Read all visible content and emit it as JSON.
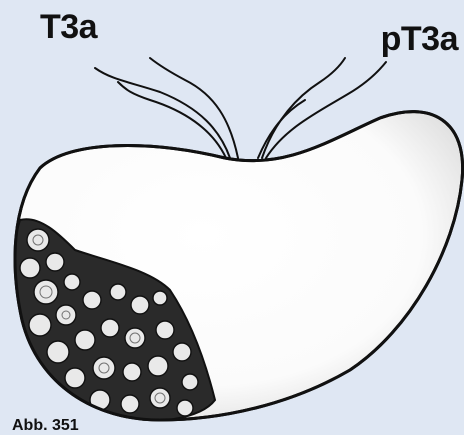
{
  "labels": {
    "left": "T3a",
    "right": "pT3a"
  },
  "caption": "Abb. 351",
  "colors": {
    "background": "#dfe7f3",
    "outline": "#111111",
    "organ_fill": "#ffffff",
    "tumor_fill": "#2a2a2a"
  }
}
